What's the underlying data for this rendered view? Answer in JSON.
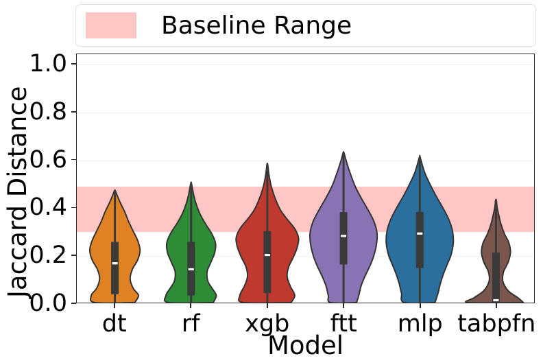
{
  "legend": {
    "label": "Baseline Range",
    "swatch_color": "#ffc6c6",
    "position": "upper-center-outside"
  },
  "axis": {
    "xlabel": "Model",
    "ylabel": "Jaccard Distance",
    "yticks": [
      "0.0",
      "0.2",
      "0.4",
      "0.6",
      "0.8",
      "1.0"
    ],
    "xticks": [
      "dt",
      "rf",
      "xgb",
      "ftt",
      "mlp",
      "tabpfn"
    ]
  },
  "chart_data": {
    "type": "violin",
    "title": "",
    "xlabel": "Model",
    "ylabel": "Jaccard Distance",
    "ylim": [
      0.0,
      1.0
    ],
    "ytick_values": [
      0.0,
      0.2,
      0.4,
      0.6,
      0.8,
      1.0
    ],
    "grid": true,
    "legend": [
      {
        "label": "Baseline Range",
        "color": "#ffc6c6",
        "type": "hspan"
      }
    ],
    "annotations": [
      {
        "type": "hspan",
        "label": "Baseline Range",
        "ymin": 0.3,
        "ymax": 0.49,
        "color": "#ffc6c6"
      }
    ],
    "categories": [
      "dt",
      "rf",
      "xgb",
      "ftt",
      "mlp",
      "tabpfn"
    ],
    "series": [
      {
        "name": "dt",
        "color": "#e08223",
        "min": 0.0,
        "max": 0.47,
        "median": 0.165,
        "q1": 0.035,
        "q3": 0.255,
        "whisker_low": 0.0,
        "whisker_high": 0.47,
        "density": [
          {
            "y": 0.0,
            "w": 0.52
          },
          {
            "y": 0.03,
            "w": 0.62
          },
          {
            "y": 0.06,
            "w": 0.48
          },
          {
            "y": 0.1,
            "w": 0.4
          },
          {
            "y": 0.14,
            "w": 0.46
          },
          {
            "y": 0.18,
            "w": 0.6
          },
          {
            "y": 0.22,
            "w": 0.66
          },
          {
            "y": 0.26,
            "w": 0.6
          },
          {
            "y": 0.3,
            "w": 0.48
          },
          {
            "y": 0.34,
            "w": 0.36
          },
          {
            "y": 0.38,
            "w": 0.26
          },
          {
            "y": 0.42,
            "w": 0.14
          },
          {
            "y": 0.45,
            "w": 0.06
          },
          {
            "y": 0.47,
            "w": 0.01
          }
        ]
      },
      {
        "name": "rf",
        "color": "#2e8b36",
        "min": 0.0,
        "max": 0.5,
        "median": 0.14,
        "q1": 0.03,
        "q3": 0.255,
        "whisker_low": 0.0,
        "whisker_high": 0.5,
        "density": [
          {
            "y": 0.0,
            "w": 0.58
          },
          {
            "y": 0.03,
            "w": 0.66
          },
          {
            "y": 0.06,
            "w": 0.55
          },
          {
            "y": 0.09,
            "w": 0.44
          },
          {
            "y": 0.13,
            "w": 0.42
          },
          {
            "y": 0.17,
            "w": 0.52
          },
          {
            "y": 0.21,
            "w": 0.62
          },
          {
            "y": 0.25,
            "w": 0.64
          },
          {
            "y": 0.29,
            "w": 0.54
          },
          {
            "y": 0.33,
            "w": 0.38
          },
          {
            "y": 0.37,
            "w": 0.24
          },
          {
            "y": 0.41,
            "w": 0.14
          },
          {
            "y": 0.45,
            "w": 0.07
          },
          {
            "y": 0.5,
            "w": 0.01
          }
        ]
      },
      {
        "name": "xgb",
        "color": "#c0392f",
        "min": 0.0,
        "max": 0.58,
        "median": 0.2,
        "q1": 0.04,
        "q3": 0.3,
        "whisker_low": 0.0,
        "whisker_high": 0.58,
        "density": [
          {
            "y": 0.0,
            "w": 0.62
          },
          {
            "y": 0.03,
            "w": 0.72
          },
          {
            "y": 0.07,
            "w": 0.6
          },
          {
            "y": 0.11,
            "w": 0.52
          },
          {
            "y": 0.15,
            "w": 0.56
          },
          {
            "y": 0.19,
            "w": 0.68
          },
          {
            "y": 0.23,
            "w": 0.78
          },
          {
            "y": 0.27,
            "w": 0.82
          },
          {
            "y": 0.31,
            "w": 0.72
          },
          {
            "y": 0.35,
            "w": 0.52
          },
          {
            "y": 0.39,
            "w": 0.34
          },
          {
            "y": 0.44,
            "w": 0.2
          },
          {
            "y": 0.49,
            "w": 0.1
          },
          {
            "y": 0.54,
            "w": 0.04
          },
          {
            "y": 0.58,
            "w": 0.01
          }
        ]
      },
      {
        "name": "ftt",
        "color": "#8a73b5",
        "min": 0.0,
        "max": 0.63,
        "median": 0.28,
        "q1": 0.16,
        "q3": 0.38,
        "whisker_low": 0.0,
        "whisker_high": 0.63,
        "density": [
          {
            "y": 0.0,
            "w": 0.34
          },
          {
            "y": 0.03,
            "w": 0.4
          },
          {
            "y": 0.07,
            "w": 0.46
          },
          {
            "y": 0.11,
            "w": 0.56
          },
          {
            "y": 0.15,
            "w": 0.68
          },
          {
            "y": 0.19,
            "w": 0.78
          },
          {
            "y": 0.24,
            "w": 0.86
          },
          {
            "y": 0.29,
            "w": 0.88
          },
          {
            "y": 0.34,
            "w": 0.8
          },
          {
            "y": 0.39,
            "w": 0.64
          },
          {
            "y": 0.44,
            "w": 0.46
          },
          {
            "y": 0.49,
            "w": 0.3
          },
          {
            "y": 0.55,
            "w": 0.16
          },
          {
            "y": 0.6,
            "w": 0.06
          },
          {
            "y": 0.63,
            "w": 0.01
          }
        ]
      },
      {
        "name": "mlp",
        "color": "#2b6f9e",
        "min": 0.0,
        "max": 0.61,
        "median": 0.29,
        "q1": 0.145,
        "q3": 0.38,
        "whisker_low": 0.0,
        "whisker_high": 0.61,
        "density": [
          {
            "y": 0.0,
            "w": 0.4
          },
          {
            "y": 0.04,
            "w": 0.48
          },
          {
            "y": 0.08,
            "w": 0.54
          },
          {
            "y": 0.12,
            "w": 0.62
          },
          {
            "y": 0.16,
            "w": 0.72
          },
          {
            "y": 0.2,
            "w": 0.82
          },
          {
            "y": 0.25,
            "w": 0.88
          },
          {
            "y": 0.3,
            "w": 0.86
          },
          {
            "y": 0.35,
            "w": 0.76
          },
          {
            "y": 0.4,
            "w": 0.6
          },
          {
            "y": 0.45,
            "w": 0.42
          },
          {
            "y": 0.5,
            "w": 0.26
          },
          {
            "y": 0.55,
            "w": 0.12
          },
          {
            "y": 0.61,
            "w": 0.01
          }
        ]
      },
      {
        "name": "tabpfn",
        "color": "#7a564c",
        "min": 0.0,
        "max": 0.43,
        "median": 0.01,
        "q1": 0.0,
        "q3": 0.21,
        "whisker_low": 0.0,
        "whisker_high": 0.43,
        "density": [
          {
            "y": 0.0,
            "w": 0.72
          },
          {
            "y": 0.02,
            "w": 0.58
          },
          {
            "y": 0.05,
            "w": 0.32
          },
          {
            "y": 0.09,
            "w": 0.18
          },
          {
            "y": 0.13,
            "w": 0.2
          },
          {
            "y": 0.17,
            "w": 0.32
          },
          {
            "y": 0.21,
            "w": 0.38
          },
          {
            "y": 0.25,
            "w": 0.34
          },
          {
            "y": 0.29,
            "w": 0.22
          },
          {
            "y": 0.33,
            "w": 0.13
          },
          {
            "y": 0.37,
            "w": 0.07
          },
          {
            "y": 0.4,
            "w": 0.03
          },
          {
            "y": 0.43,
            "w": 0.01
          }
        ]
      }
    ]
  }
}
